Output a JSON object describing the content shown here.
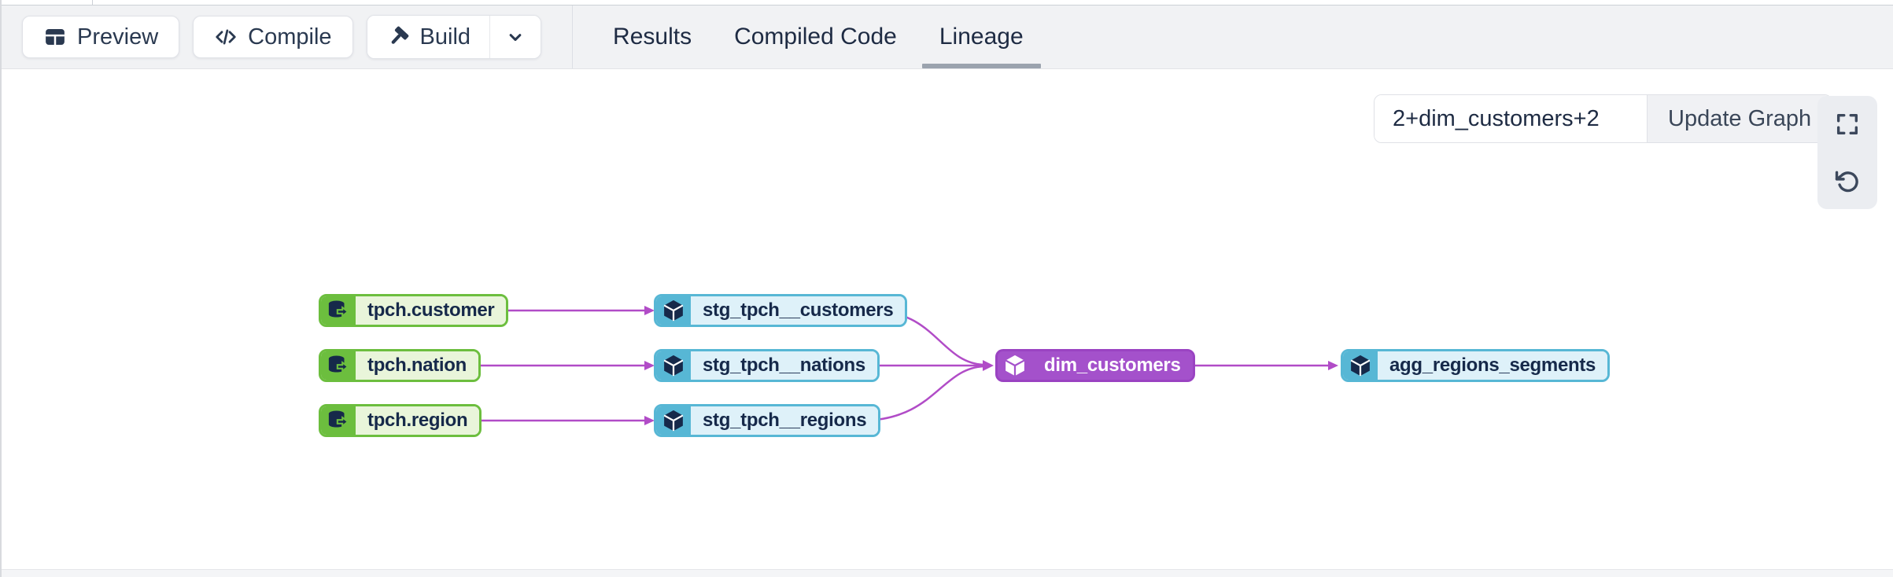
{
  "toolbar": {
    "preview_label": "Preview",
    "compile_label": "Compile",
    "build_label": "Build"
  },
  "tabs": [
    {
      "label": "Results",
      "active": false
    },
    {
      "label": "Compiled Code",
      "active": false
    },
    {
      "label": "Lineage",
      "active": true
    }
  ],
  "lineage": {
    "selector_value": "2+dim_customers+2",
    "update_button_label": "Update Graph",
    "graph": {
      "nodes": [
        {
          "label": "tpch.customer",
          "type": "source"
        },
        {
          "label": "tpch.nation",
          "type": "source"
        },
        {
          "label": "tpch.region",
          "type": "source"
        },
        {
          "label": "stg_tpch__customers",
          "type": "model"
        },
        {
          "label": "stg_tpch__nations",
          "type": "model"
        },
        {
          "label": "stg_tpch__regions",
          "type": "model"
        },
        {
          "label": "dim_customers",
          "type": "model-selected"
        },
        {
          "label": "agg_regions_segments",
          "type": "model"
        }
      ],
      "edges": [
        {
          "from": "tpch.customer",
          "to": "stg_tpch__customers"
        },
        {
          "from": "tpch.nation",
          "to": "stg_tpch__nations"
        },
        {
          "from": "tpch.region",
          "to": "stg_tpch__regions"
        },
        {
          "from": "stg_tpch__customers",
          "to": "dim_customers"
        },
        {
          "from": "stg_tpch__nations",
          "to": "dim_customers"
        },
        {
          "from": "stg_tpch__regions",
          "to": "dim_customers"
        },
        {
          "from": "dim_customers",
          "to": "agg_regions_segments"
        }
      ]
    }
  },
  "icons": {
    "preview": "table-icon",
    "compile": "code-icon",
    "build": "hammer-icon",
    "build_more": "chevron-down-icon",
    "fullscreen": "maximize-icon",
    "reset_view": "rotate-ccw-icon",
    "source_node": "database-icon",
    "model_node": "cube-icon"
  },
  "colors": {
    "source_green": "#6cbe3e",
    "source_label_bg": "#e9f5da",
    "model_blue": "#57b7d5",
    "model_label_bg": "#def1f9",
    "selected_purple": "#a451cb",
    "selected_border": "#9a43c2",
    "edge_purple": "#b14cc7",
    "text_navy": "#16294a",
    "tab_underline": "#9ba3ae"
  }
}
